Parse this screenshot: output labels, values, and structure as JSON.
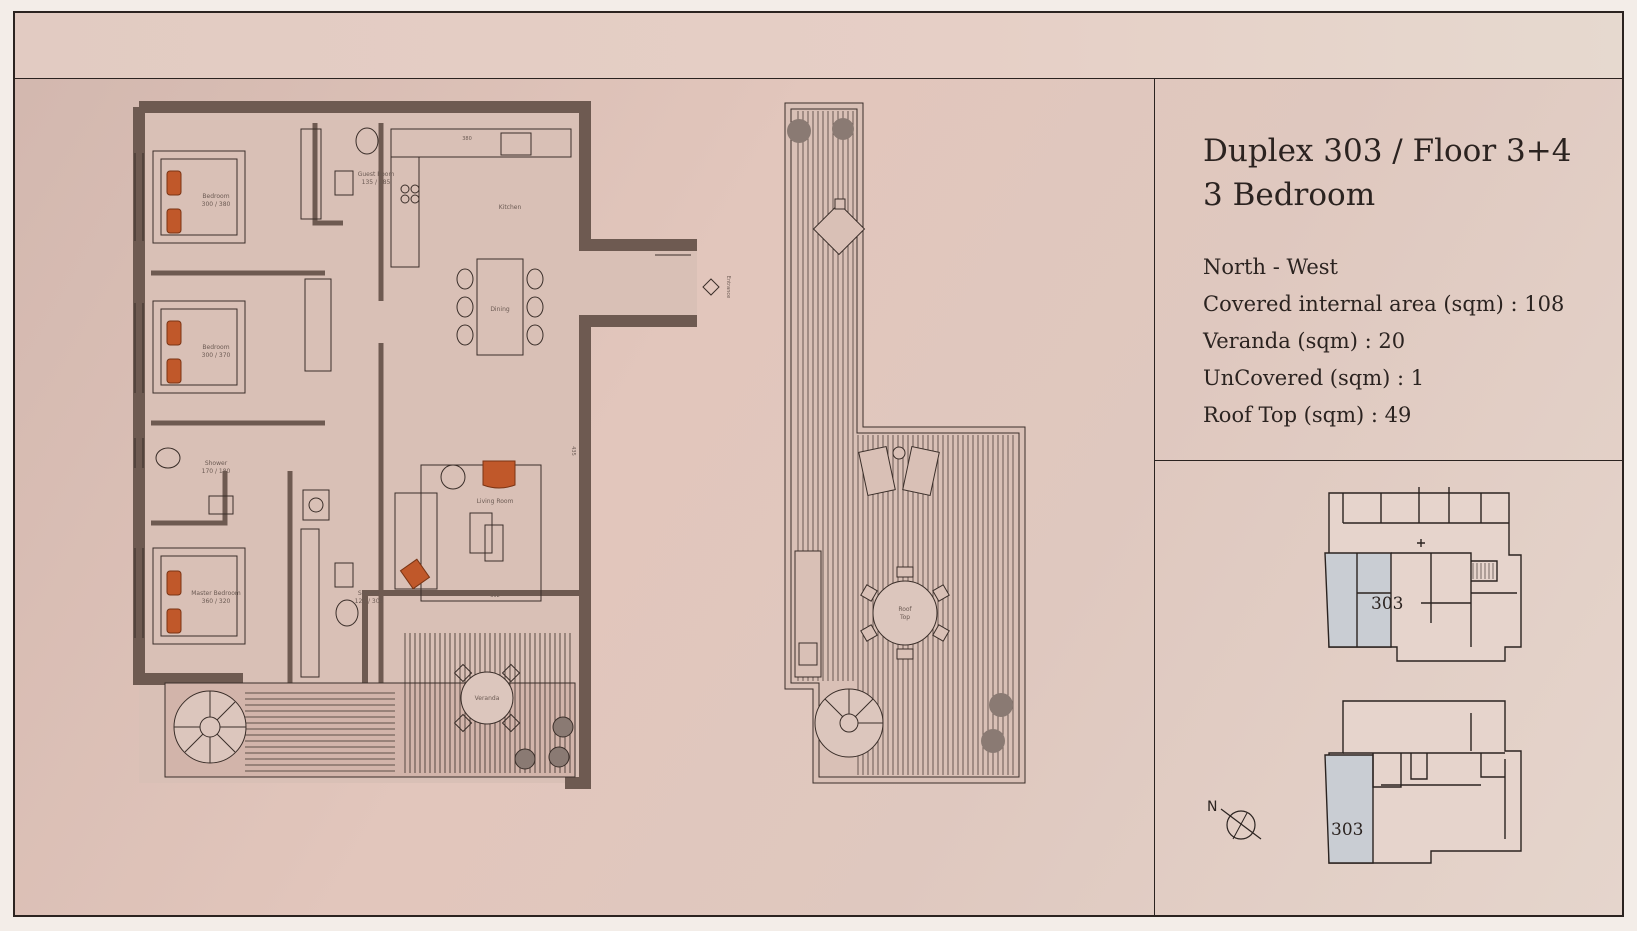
{
  "unit": {
    "title_line1": "Duplex 303 / Floor 3+4",
    "title_line2": "3 Bedroom"
  },
  "specs": {
    "orientation": "North - West",
    "covered": "Covered internal area (sqm) : 108",
    "veranda": "Veranda (sqm) : 20",
    "uncovered": "UnCovered (sqm) : 1",
    "rooftop": "Roof Top (sqm) : 49"
  },
  "rooms": {
    "bedroom1_name": "Bedroom",
    "bedroom1_size": "300 / 380",
    "bedroom2_name": "Bedroom",
    "bedroom2_size": "300 / 370",
    "guest_name": "Guest Room",
    "guest_size": "135 / 185",
    "kitchen": "Kitchen",
    "dining": "Dining",
    "shower1_name": "Shower",
    "shower1_size": "170 / 180",
    "living": "Living Room",
    "master_name": "Master Bedroom",
    "master_size": "360 / 320",
    "shower2_name": "Shower",
    "shower2_size": "120 / 305",
    "veranda": "Veranda",
    "rooftop_line1": "Roof",
    "rooftop_line2": "Top",
    "entrance": "Entrance",
    "dim_kitchen": "380",
    "dim_living": "392",
    "dim_side": "435"
  },
  "keyplan": {
    "unit_label_floor3": "303",
    "unit_label_floor4": "303"
  },
  "compass": {
    "label": "N"
  },
  "colors": {
    "wall": "#6e5a51",
    "accent": "#c0582a",
    "ink": "#2b2320",
    "highlight": "#c9cdd3"
  }
}
